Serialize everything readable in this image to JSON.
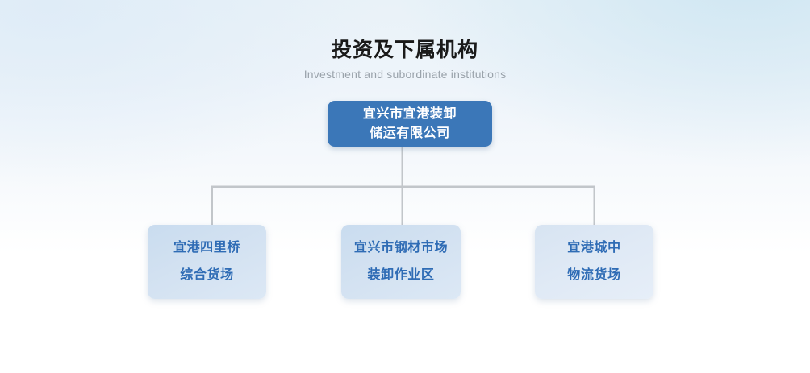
{
  "heading": {
    "title_cn": "投资及下属机构",
    "title_en": "Investment and subordinate institutions"
  },
  "colors": {
    "root_fill": "#3b77b8",
    "root_text": "#ffffff",
    "child_fill": "#d2e1f1",
    "child_text": "#2f6cb5",
    "connector": "#c2c6ca",
    "title_text": "#1a1a1a",
    "subtitle_text": "#9aa3ab"
  },
  "org_chart": {
    "root": {
      "line1": "宜兴市宜港装卸",
      "line2": "储运有限公司"
    },
    "children": [
      {
        "line1": "宜港四里桥",
        "line2": "综合货场"
      },
      {
        "line1": "宜兴市钢材市场",
        "line2": "装卸作业区"
      },
      {
        "line1": "宜港城中",
        "line2": "物流货场"
      }
    ]
  }
}
